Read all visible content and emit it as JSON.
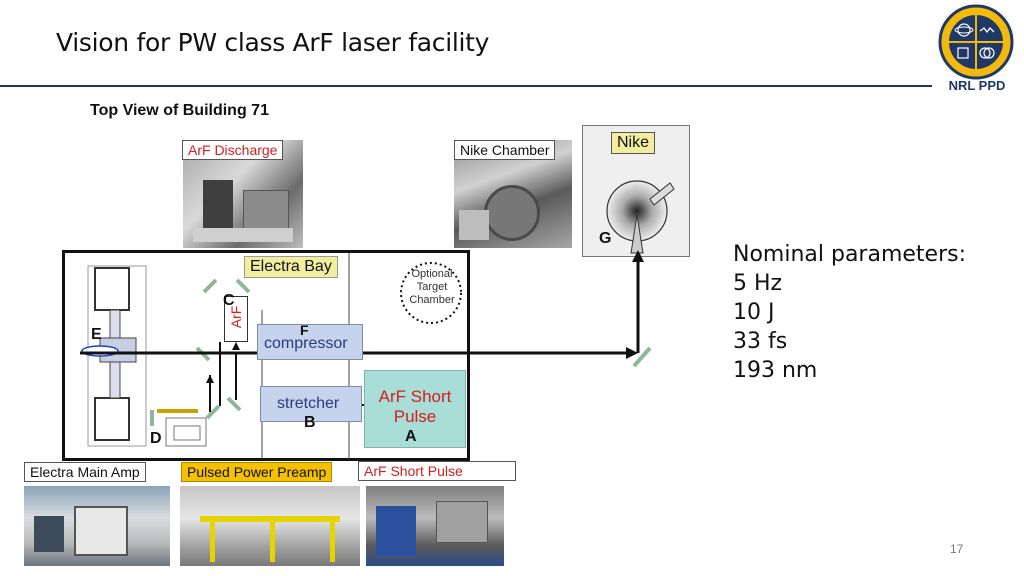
{
  "slide": {
    "title": "Vision for PW class ArF laser facility",
    "page_number": "17",
    "logo_text": "NRL PPD"
  },
  "diagram": {
    "title": "Top View of Building 71",
    "photo_labels": {
      "arf_discharge": "ArF Discharge",
      "nike_chamber": "Nike Chamber",
      "nike": "Nike",
      "electra_main_amp": "Electra Main Amp",
      "pulsed_power_preamp": "Pulsed Power Preamp",
      "arf_short_pulse_photo": "ArF Short Pulse"
    },
    "blocks": {
      "electra_bay": "Electra Bay",
      "optional_target_chamber": [
        "Optional",
        "Target",
        "Chamber"
      ],
      "compressor": "compressor",
      "stretcher": "stretcher",
      "arf_short_pulse": [
        "ArF Short",
        "Pulse"
      ],
      "arf_vertical": "ArF"
    },
    "letters": {
      "a": "A",
      "b": "B",
      "c": "C",
      "d": "D",
      "e": "E",
      "f": "F",
      "g": "G"
    },
    "colors": {
      "electra_bay_fill": "#f3ed9e",
      "nike_label_fill": "#f3ed9e",
      "pulsed_power_fill": "#f5c000",
      "short_pulse_fill": "#a9ddd8",
      "block_fill": "#c6d3ec",
      "red_text": "#d02020"
    }
  },
  "parameters": {
    "heading": "Nominal parameters:",
    "items": [
      "5 Hz",
      "10 J",
      "33 fs",
      "193 nm"
    ]
  }
}
